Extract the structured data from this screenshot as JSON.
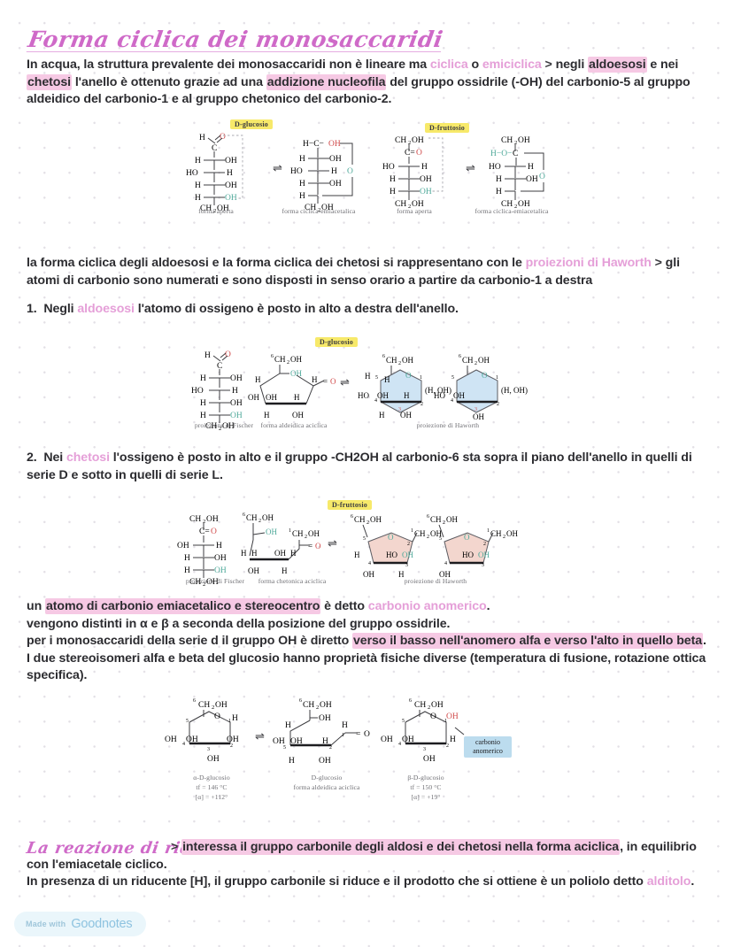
{
  "document": {
    "title": "Forma ciclica dei monosaccaridi",
    "watermark": {
      "prefix": "Made with",
      "brand": "Goodnotes"
    }
  },
  "colors": {
    "title_pink": "#cf6ac8",
    "highlight_pink": "#f6c9e4",
    "accent_pink_text": "#e59fd8",
    "highlight_yellow": "#f7e96a",
    "callout_blue": "#bcdcee",
    "ring_blue": "#cfe4f4",
    "ring_pink": "#f3d6ce",
    "body_text": "#2c2c30"
  },
  "paragraphs": {
    "intro": {
      "seg1": "In acqua, la struttura prevalente dei monosaccaridi non è lineare ma ",
      "ciclica": "ciclica",
      "seg2": " o ",
      "emiciclica": "emiciclica",
      "arrow": " > ",
      "seg3": "negli ",
      "aldoesosi": "aldoesosi",
      "seg4": " e nei ",
      "chetosi": "chetosi",
      "seg5": " l'anello è ottenuto grazie ad una ",
      "addizione": "addizione nucleofila",
      "seg6": " del gruppo ossidrile (-OH) del carbonio-5 al gruppo aldeidico del carbonio-1 e al gruppo chetonico del carbonio-2."
    },
    "haworth": {
      "seg1": "la forma ciclica degli aldoesosi e la forma ciclica dei chetosi si rappresentano con le ",
      "proiezioni": "proiezioni di Haworth",
      "arrow": " > ",
      "seg2": "gli atomi di carbonio sono numerati e sono disposti in senso orario a partire da carbonio-1 a destra"
    },
    "item1": {
      "number": "1.",
      "seg1": "Negli ",
      "aldoesosi": "aldoesosi",
      "seg2": " l'atomo di ossigeno è posto in alto a destra dell'anello."
    },
    "item2": {
      "number": "2.",
      "seg1": "Nei ",
      "chetosi": "chetosi",
      "seg2": " l'ossigeno è posto in alto e il gruppo -CH2OH al carbonio-6 sta sopra il piano dell'anello in quelli di serie D e sotto in quelli di serie L."
    },
    "anomeric": {
      "line1_hl": "atomo di carbonio emiacetalico e stereocentro",
      "line1_pre": "un ",
      "line1_mid": " è detto ",
      "line1_accent": "carbonio anomerico",
      "line1_end": ".",
      "line2": "vengono distinti in α e β a seconda della posizione del gruppo ossidrile.",
      "line3_pre": "per i monosaccaridi della serie d il gruppo OH è diretto ",
      "line3_hl": "verso il basso nell'anomero alfa e verso l'alto in quello beta",
      "line3_end": ". I due stereoisomeri alfa e beta del glucosio hanno proprietà fisiche diverse (temperatura di fusione, rotazione ottica specifica)."
    },
    "reduction": {
      "title": "La reazione di riduzione",
      "arrow": " > ",
      "hl": "interessa il gruppo carbonile degli aldosi e dei chetosi nella forma aciclica",
      "seg2": ", in equilibrio con l'emiacetale ciclico.",
      "line2": "In presenza di un riducente [H], il gruppo carbonile si riduce e il prodotto che si ottiene è un poliolo detto ",
      "accent": "alditolo",
      "end": "."
    }
  },
  "figures": {
    "fig1": {
      "label_glucose": "D-glucosio",
      "label_fructose": "D-fruttosio",
      "captions": [
        "forma aperta",
        "forma ciclica-emiacetalica",
        "forma aperta",
        "forma ciclica-emiacetalica"
      ],
      "glucose_open": {
        "rows": [
          "H",
          "C",
          "H — OH",
          "HO — H",
          "H — OH",
          "H — OH",
          "CH2OH"
        ],
        "top_o": "O"
      },
      "glucose_cyclic": {
        "rows": [
          "H—C—OH",
          "H — OH",
          "HO — H",
          "H — OH",
          "H",
          "CH2OH"
        ],
        "ring_o": "O"
      },
      "fructose_open": {
        "rows": [
          "CH2OH",
          "C=O",
          "HO — H",
          "H — OH",
          "H — OH",
          "CH2OH"
        ]
      },
      "fructose_cyclic": {
        "rows": [
          "CH2OH",
          "H—O—C",
          "HO — H",
          "H — OH",
          "H",
          "CH2OH"
        ],
        "ring_o": "O"
      }
    },
    "fig2": {
      "label": "D-glucosio",
      "captions": [
        "proiezione di Fischer",
        "forma aldeidica aciclica",
        "proiezione di Haworth"
      ],
      "fischer": {
        "rows": [
          "H",
          "C",
          "H — OH",
          "HO — H",
          "H — OH",
          "H — OH",
          "CH2OH"
        ],
        "top_o": "O"
      },
      "acyclic": {
        "top": "CH2OH",
        "oh": "OH",
        "left_h": "H",
        "right_h": "H",
        "o_right": "=O",
        "oh_left": "OH",
        "oh_mid": "OH",
        "h_mid": "H",
        "bottom_left": "H",
        "bottom_right": "OH"
      },
      "haworth_alpha": {
        "top": "CH2OH",
        "ring_o": "O",
        "left_h": "H",
        "inner_h": "H",
        "right": "(H, OH)",
        "ho": "HO",
        "oh": "OH",
        "inner_h2": "H",
        "bottom_left": "H",
        "bottom_right": "OH"
      },
      "haworth_beta": {
        "top": "CH2OH",
        "ring_o": "O",
        "right": "(H, OH)",
        "ho": "HO",
        "oh": "OH",
        "bottom": "OH"
      }
    },
    "fig3": {
      "label": "D-fruttosio",
      "captions": [
        "proiezione di Fischer",
        "forma chetonica aciclica",
        "proiezione di Haworth"
      ],
      "fischer": {
        "rows": [
          "CH2OH",
          "C=O",
          "HO — H",
          "H — OH",
          "H — OH",
          "CH2OH"
        ]
      },
      "ketonic": {
        "top_left": "CH2OH",
        "oh": "OH",
        "top_right": "CH2OH",
        "o": "=O",
        "h_left": "H",
        "h_left2": "H",
        "oh_mid": "OH",
        "h_right": "H",
        "bottom_left": "OH",
        "bottom_right": "H"
      },
      "furanose_alpha": {
        "ch2oh_left": "CH2OH",
        "ring_o": "O",
        "ch2oh_right": "CH2OH",
        "h": "H",
        "ho": "HO",
        "oh": "OH",
        "bottom_left": "OH",
        "bottom_right": "H"
      },
      "furanose_beta": {
        "ch2oh_left": "CH2OH",
        "ring_o": "O",
        "ch2oh_right": "CH2OH",
        "ho": "HO",
        "oh": "OH",
        "bottom_left": "OH"
      }
    },
    "fig4": {
      "captions": {
        "alpha_name": "α-D-glucosio",
        "alpha_tf": "tf = 146 °C",
        "alpha_rot": "[α] = +112°",
        "middle_name": "D-glucosio",
        "middle_form": "forma aldeidica aciclica",
        "beta_name": "β-D-glucosio",
        "beta_tf": "tf = 150 °C",
        "beta_rot": "[α] = +19°"
      },
      "callout": "carbonio anomerico",
      "alpha": {
        "top": "CH2OH",
        "ring_o": "O",
        "h": "H",
        "oh_left": "OH",
        "oh_mid": "OH",
        "oh_anomeric": "OH",
        "bottom": "OH"
      },
      "open": {
        "top": "CH2OH",
        "oh": "OH",
        "h1": "H",
        "h2": "H",
        "o": "=O",
        "oh_left": "OH",
        "oh_mid": "OH",
        "h_mid": "H",
        "bottom_left": "H",
        "bottom_right": "OH"
      },
      "beta": {
        "top": "CH2OH",
        "ring_o": "O",
        "oh_anomeric": "OH",
        "h": "H",
        "oh_left": "OH",
        "oh_mid": "OH",
        "bottom": "OH"
      }
    }
  }
}
